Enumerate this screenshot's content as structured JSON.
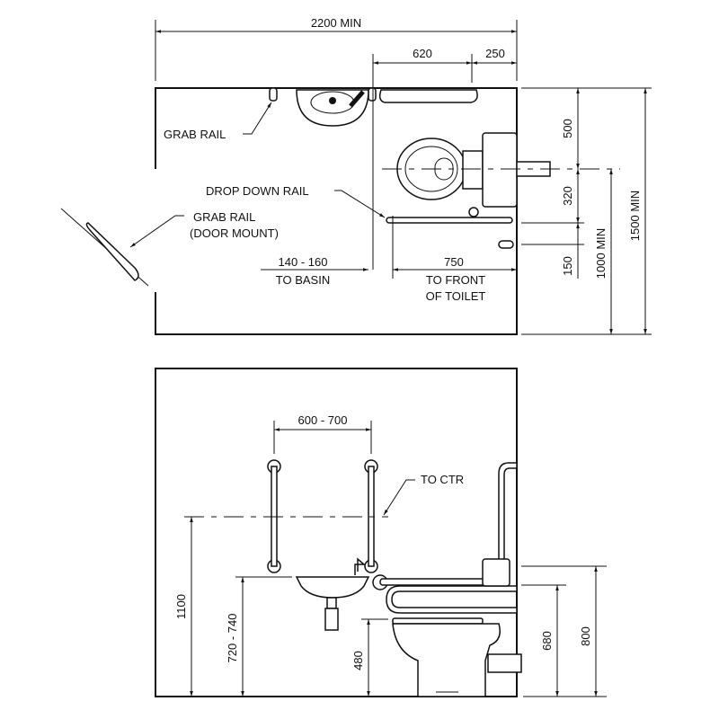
{
  "plan": {
    "width_dim": "2200 MIN",
    "dim_620": "620",
    "dim_250": "250",
    "dim_500": "500",
    "dim_320": "320",
    "dim_150": "150",
    "dim_1000": "1000 MIN",
    "dim_1500": "1500 MIN",
    "basin_dim": "140 - 160",
    "basin_dim_note": "TO BASIN",
    "toilet_dim": "750",
    "toilet_dim_note_1": "TO FRONT",
    "toilet_dim_note_2": "OF TOILET",
    "label_grab_rail": "GRAB RAIL",
    "label_drop_down_rail": "DROP DOWN RAIL",
    "label_door_rail_1": "GRAB RAIL",
    "label_door_rail_2": "(DOOR MOUNT)"
  },
  "elevation": {
    "rail_spacing": "600 - 700",
    "to_ctr": "TO CTR",
    "dim_1100": "1100",
    "dim_basin": "720 - 740",
    "dim_480": "480",
    "dim_680": "680",
    "dim_800": "800"
  }
}
